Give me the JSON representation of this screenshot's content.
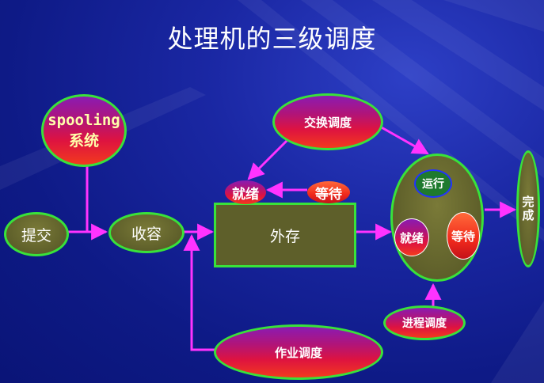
{
  "title": "处理机的三级调度",
  "nodes": {
    "spooling_line1": "spooling",
    "spooling_line2": "系统",
    "submit": "提交",
    "receive": "收容",
    "external_storage": "外存",
    "swap_scheduling": "交换调度",
    "job_scheduling": "作业调度",
    "process_scheduling": "进程调度",
    "ready_outer": "就绪",
    "waiting_outer": "等待",
    "running": "运行",
    "ready_inner": "就绪",
    "waiting_inner": "等待",
    "complete": "完成"
  },
  "colors": {
    "background": "#1a27a3",
    "arrow": "#ff33ff",
    "border": "#39e23a",
    "box_fill": "#5e5f2a"
  }
}
